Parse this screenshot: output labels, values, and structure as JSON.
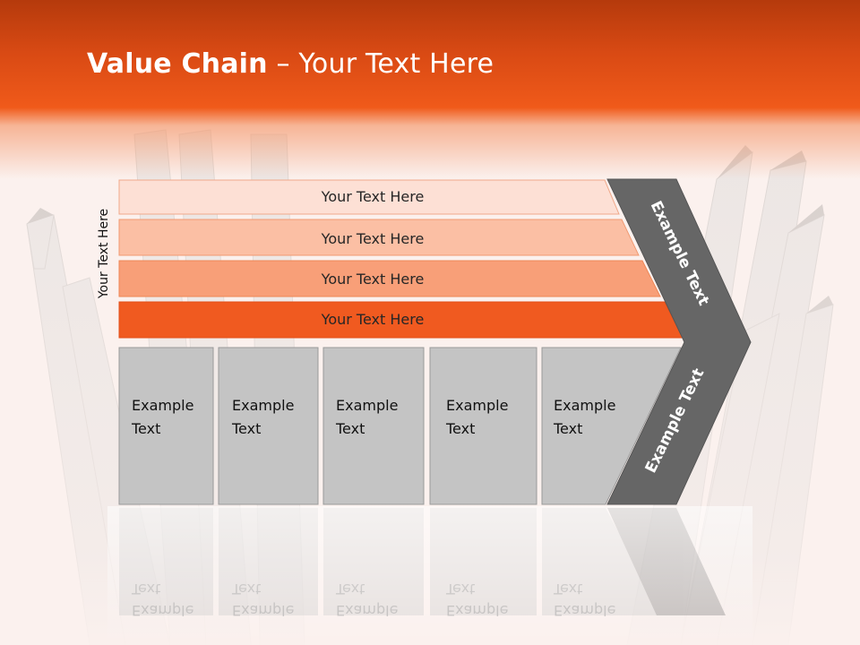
{
  "slide": {
    "title_bold": "Value Chain",
    "title_rest": " – Your Text Here",
    "side_label": "Your Text Here",
    "bands": [
      {
        "label": "Your Text Here",
        "color": "#fde0d5"
      },
      {
        "label": "Your Text Here",
        "color": "#fbbfa4"
      },
      {
        "label": "Your Text Here",
        "color": "#f89f78"
      },
      {
        "label": "Your Text Here",
        "color": "#f05a20"
      }
    ],
    "columns": [
      {
        "line1": "Example",
        "line2": "Text"
      },
      {
        "line1": "Example",
        "line2": "Text"
      },
      {
        "line1": "Example",
        "line2": "Text"
      },
      {
        "line1": "Example",
        "line2": "Text"
      },
      {
        "line1": "Example",
        "line2": "Text"
      }
    ],
    "arrow_upper_label": "Example Text",
    "arrow_lower_label": "Example Text",
    "colors": {
      "header": "#f05a1a",
      "column_fill": "#c4c4c4",
      "arrow_fill": "#666666"
    }
  }
}
